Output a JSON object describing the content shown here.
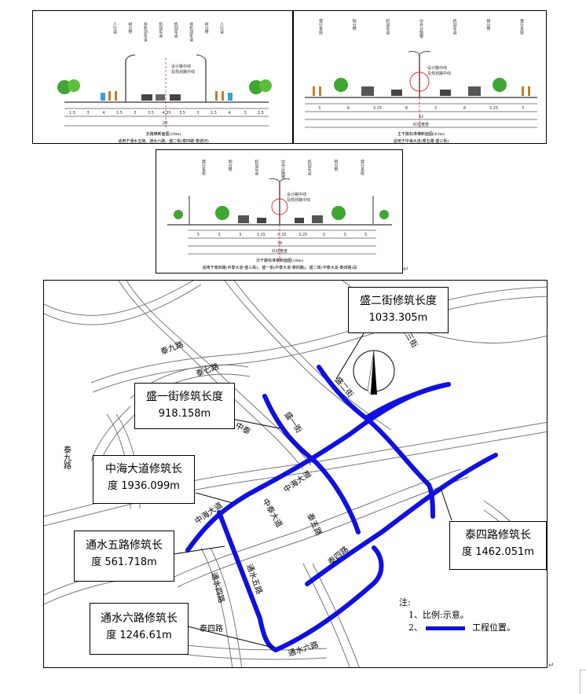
{
  "panels": {
    "p1": {
      "top_labels": [
        "人行道",
        "树分带",
        "非机动车道",
        "机动车道",
        "机动车道",
        "非机动车道",
        "树分带",
        "人行道"
      ],
      "tag1": "设计路中线",
      "tag2": "及规划路中线",
      "dims": [
        "1.5",
        "3",
        "4",
        "1.5",
        "3",
        "3.5",
        "4.25",
        "3.5",
        "3",
        "1.5",
        "4",
        "3",
        "1.5"
      ],
      "total": "28",
      "title": "支路横断面图(20m)",
      "subtitle": "适用于通水五路、通水六路、盛二街(泰四路-泰通河)"
    },
    "p2": {
      "top_labels": [
        "慢行系统",
        "侧分带",
        "机动车道",
        "中央分隔带",
        "机动车道",
        "侧分带",
        "慢行系统"
      ],
      "tag1": "设计路中线",
      "tag2": "及规划路中线",
      "dims": [
        "3",
        "8",
        "3.25",
        "8",
        "3",
        "8",
        "3.25",
        "3"
      ],
      "total": "42",
      "total_label": "红线宽度",
      "title": "主干路标准横断面图(42m)",
      "subtitle": "适用于中海大道(泰五路-盛三街)"
    },
    "p3": {
      "top_labels": [
        "慢行系统",
        "侧分带",
        "机动车道",
        "中央分隔带",
        "机动车道",
        "侧分带",
        "慢行系统"
      ],
      "tag1": "设计路中线",
      "tag2": "及规划路中线",
      "dims": [
        "5",
        "3",
        "3",
        "3.25",
        "0.25",
        "3.25",
        "3",
        "3",
        "5"
      ],
      "total": "34",
      "total_label": "红线宽度",
      "title": "次干路标准横断面图(34m)",
      "subtitle": "适用于泰四路(中泰大道-盛三街)、盛一街(中泰大道-泰四路)、盛二街(中泰大道-泰四路)段"
    }
  },
  "map": {
    "road_labels": [
      "泰九路",
      "泰七路",
      "泰九路",
      "中海大道",
      "中海大道",
      "中泰大道",
      "泰五路",
      "泰四路",
      "通水五路",
      "通水四路",
      "通水六路",
      "泰四路",
      "盛一街",
      "盛二街",
      "盛三街",
      "中泰"
    ],
    "callouts": {
      "sheng_er": {
        "title": "盛二街修筑长度",
        "value": "1033.305m"
      },
      "sheng_yi": {
        "title": "盛一街修筑长度",
        "value": "918.158m"
      },
      "zhonghai": {
        "title": "中海大道修筑长",
        "value": "度 1936.099m"
      },
      "tongshui5": {
        "title": "通水五路修筑长",
        "value": "度 561.718m"
      },
      "tongshui6": {
        "title": "通水六路修筑长",
        "value": "度 1246.61m"
      },
      "tai4": {
        "title": "泰四路修筑长",
        "value": "度 1462.051m"
      }
    },
    "notes": {
      "head": "注:",
      "item1": "1、比例:示意。",
      "item2_prefix": "2、",
      "item2_text": "工程位置。"
    },
    "colors": {
      "project_road": "#1010e0",
      "base_road": "#555555"
    }
  },
  "return_mark": "↵"
}
